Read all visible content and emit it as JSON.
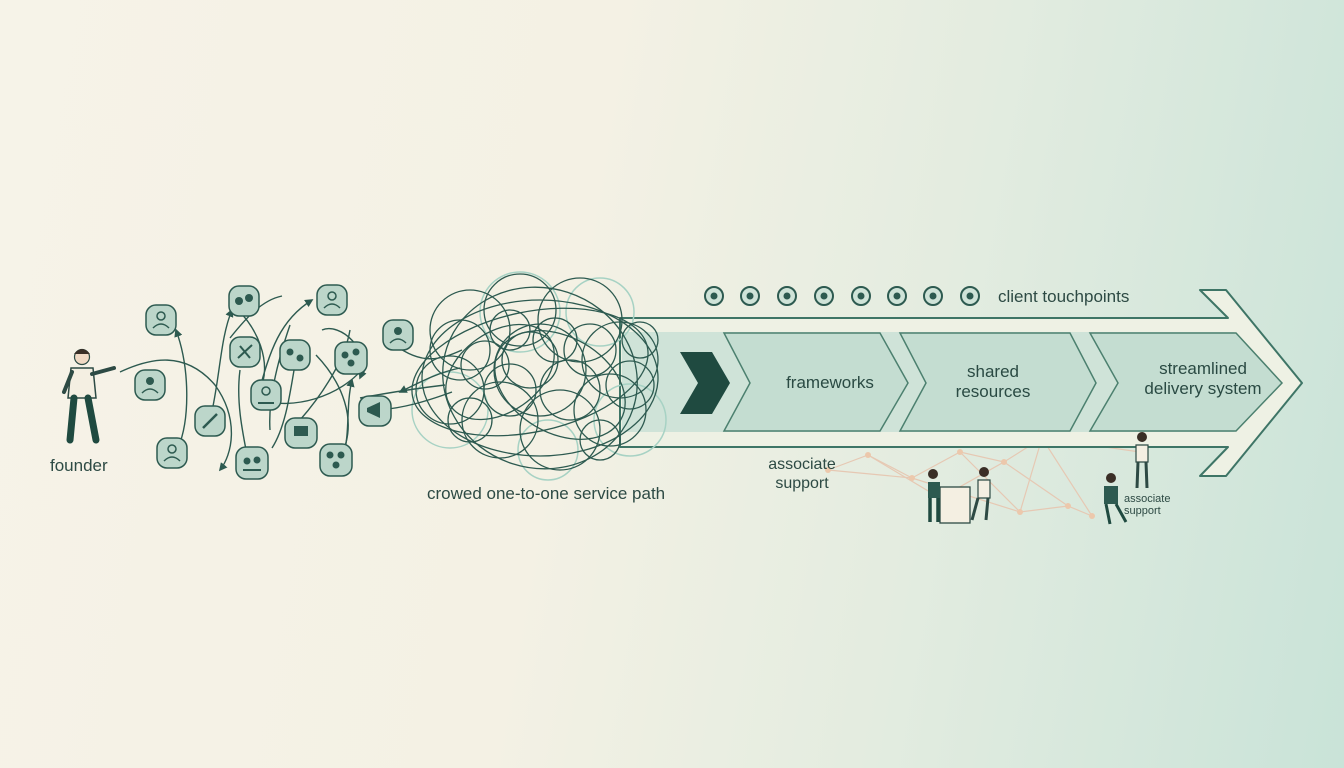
{
  "founder": {
    "label": "founder"
  },
  "crowded_path": {
    "label": "crowed one-to-one service path"
  },
  "touchpoints": {
    "label": "client touchpoints",
    "count": 8
  },
  "pipeline": {
    "stages": [
      {
        "label": "frameworks"
      },
      {
        "label": "shared resources"
      },
      {
        "label": "streamlined delivery system"
      }
    ]
  },
  "associate_support": {
    "label": "associate support",
    "small_label": "associate support"
  },
  "colors": {
    "primary": "#2d5a50",
    "dark": "#1f4a40",
    "band": "#cfe3d8",
    "arrow_outline": "#3e7566",
    "pale_circle": "#a7d2c4",
    "network": "#e6c8b3",
    "background_left": "#f6f3e8",
    "background_right": "#c9e3d8"
  },
  "icons": {
    "client_badges": [
      "person-icon",
      "group-icon",
      "person-icon",
      "person-icon",
      "group-icon",
      "tools-icon",
      "group-icon",
      "tools-icon",
      "person-icon",
      "tools-icon",
      "presentation-icon",
      "group-icon",
      "person-icon",
      "group-icon",
      "megaphone-icon"
    ]
  }
}
